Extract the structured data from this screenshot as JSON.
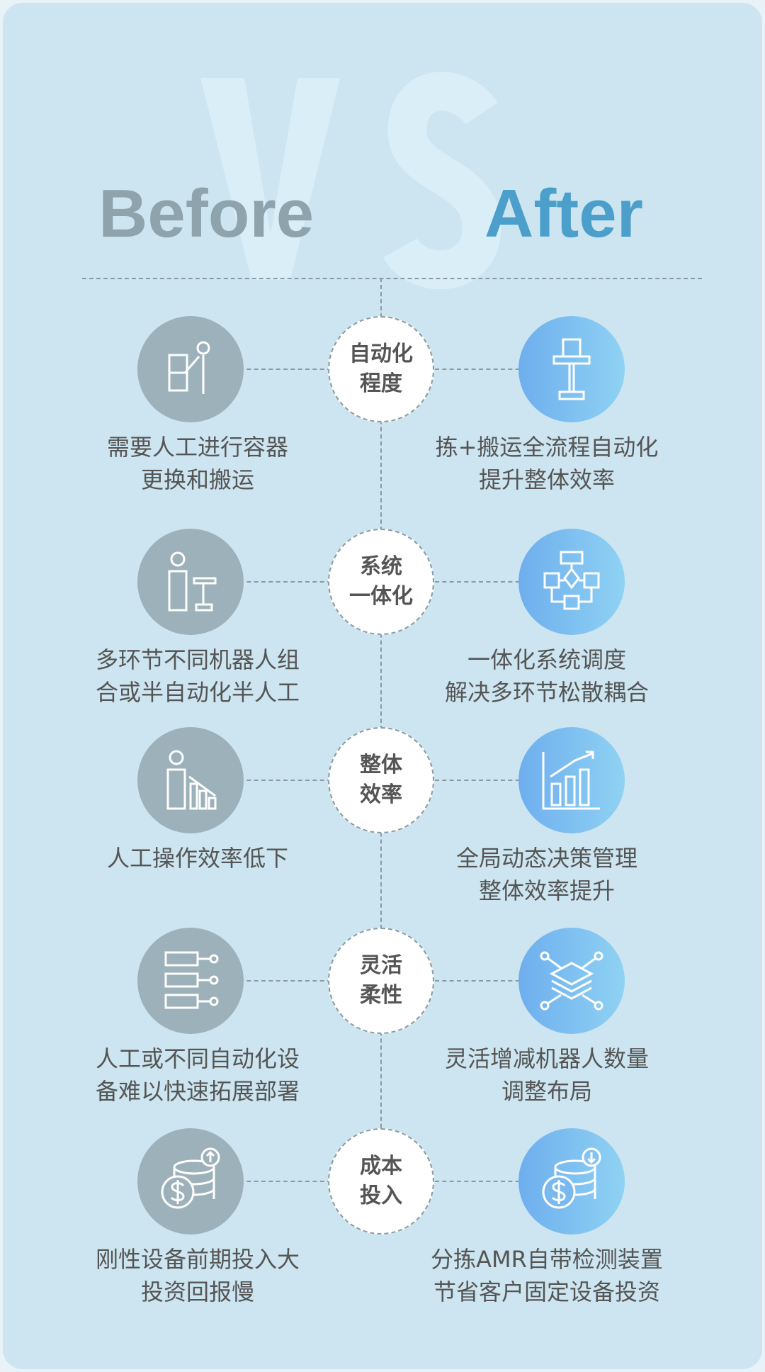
{
  "watermark": "VS",
  "header": {
    "before": "Before",
    "after": "After"
  },
  "rows": [
    {
      "category": [
        "自动化",
        "程度"
      ],
      "before_icon": "worker-carrying-boxes-icon",
      "after_icon": "robot-lift-icon",
      "before": [
        "需要人工进行容器",
        "更换和搬运"
      ],
      "after": [
        "拣+搬运全流程自动化",
        "提升整体效率"
      ]
    },
    {
      "category": [
        "系统",
        "一体化"
      ],
      "before_icon": "worker-with-robot-icon",
      "after_icon": "flowchart-icon",
      "before": [
        "多环节不同机器人组",
        "合或半自动化半人工"
      ],
      "after": [
        "一体化系统调度",
        "解决多环节松散耦合"
      ]
    },
    {
      "category": [
        "整体",
        "效率"
      ],
      "before_icon": "worker-declining-chart-icon",
      "after_icon": "rising-chart-icon",
      "before": [
        "人工操作效率低下"
      ],
      "after": [
        "全局动态决策管理",
        "整体效率提升"
      ]
    },
    {
      "category": [
        "灵活",
        "柔性"
      ],
      "before_icon": "fixed-modules-icon",
      "after_icon": "layers-network-icon",
      "before": [
        "人工或不同自动化设",
        "备难以快速拓展部署"
      ],
      "after": [
        "灵活增减机器人数量",
        "调整布局"
      ]
    },
    {
      "category": [
        "成本",
        "投入"
      ],
      "before_icon": "cost-up-coins-icon",
      "after_icon": "cost-down-coins-icon",
      "before": [
        "刚性设备前期投入大",
        "投资回报慢"
      ],
      "after": [
        "分拣AMR自带检测装置",
        "节省客户固定设备投资"
      ]
    }
  ],
  "colors": {
    "background": "#cce5f0",
    "before": "#8ea3ab",
    "after": "#4c9fcb"
  }
}
